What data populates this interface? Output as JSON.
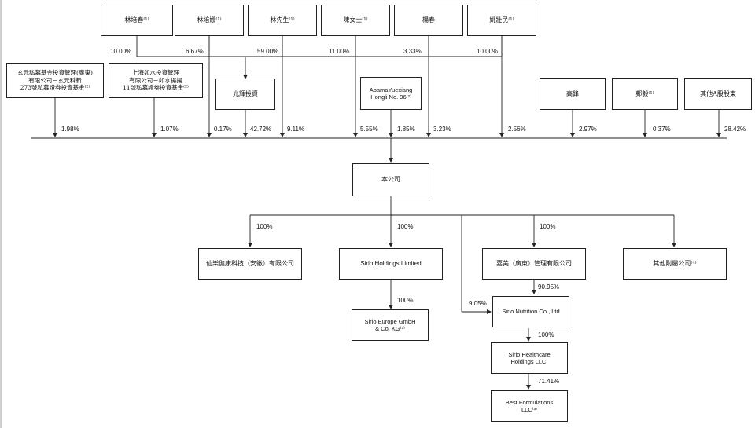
{
  "shareholders_top": {
    "lin_peichun": "林培春⁽¹⁾",
    "lin_peina": "林培娜⁽¹⁾",
    "mr_lin": "林先生⁽¹⁾",
    "ms_chen": "陳女士⁽¹⁾",
    "yang_chun": "楊春",
    "yao_zhuangmin": "姚壯民⁽¹⁾"
  },
  "top_percentages": {
    "lin_peichun": "10.00%",
    "lin_peina": "6.67%",
    "mr_lin": "59.00%",
    "ms_chen": "11.00%",
    "yang_chun": "3.33%",
    "yao_zhuangmin": "10.00%"
  },
  "mid_entities": {
    "xuanyuan": "玄元私募基金投資管理(廣東)\n有限公司－玄元科新\n273號私募證券投資基金⁽²⁾",
    "shanghai": "上海卯水投資管理\n有限公司－卯水揚揚\n11號私募證券投資基金⁽²⁾",
    "guanghui": "光輝投資",
    "abama": "AbamaYuexiang\nHongli No. 96⁽²⁾",
    "gao_feng": "高鋒",
    "zheng_yi": "鄭毅⁽¹⁾",
    "other_a": "其他A股股東"
  },
  "company_percentages": {
    "xuanyuan": "1.98%",
    "shanghai": "1.07%",
    "lin_peina": "0.17%",
    "guanghui": "42.72%",
    "mr_lin": "9.11%",
    "ms_chen": "5.55%",
    "abama": "1.85%",
    "yang_chun": "3.23%",
    "yao_zhuangmin": "2.56%",
    "gao_feng": "2.97%",
    "zheng_yi": "0.37%",
    "other_a": "28.42%"
  },
  "company": "本公司",
  "subsidiaries": {
    "xianle": "仙樂健康科技（安徽）有限公司",
    "sirio_holdings": "Sirio Holdings Limited",
    "jiamei": "嘉美（廣東）管理有限公司",
    "other_subs": "其他附屬公司⁽⁴⁾",
    "sirio_europe": "Sirio Europe GmbH\n& Co. KG⁽³⁾",
    "sirio_nutrition": "Sirio Nutrition Co., Ltd",
    "sirio_healthcare": "Sirio Healthcare\nHoldings LLC.",
    "best_formulations": "Best Formulations\nLLC⁽³⁾"
  },
  "sub_percentages": {
    "xianle": "100%",
    "sirio_holdings": "100%",
    "jiamei": "100%",
    "sirio_europe": "100%",
    "jiamei_to_nutrition": "90.95%",
    "company_to_nutrition": "9.05%",
    "sirio_healthcare": "100%",
    "best_formulations": "71.41%"
  }
}
